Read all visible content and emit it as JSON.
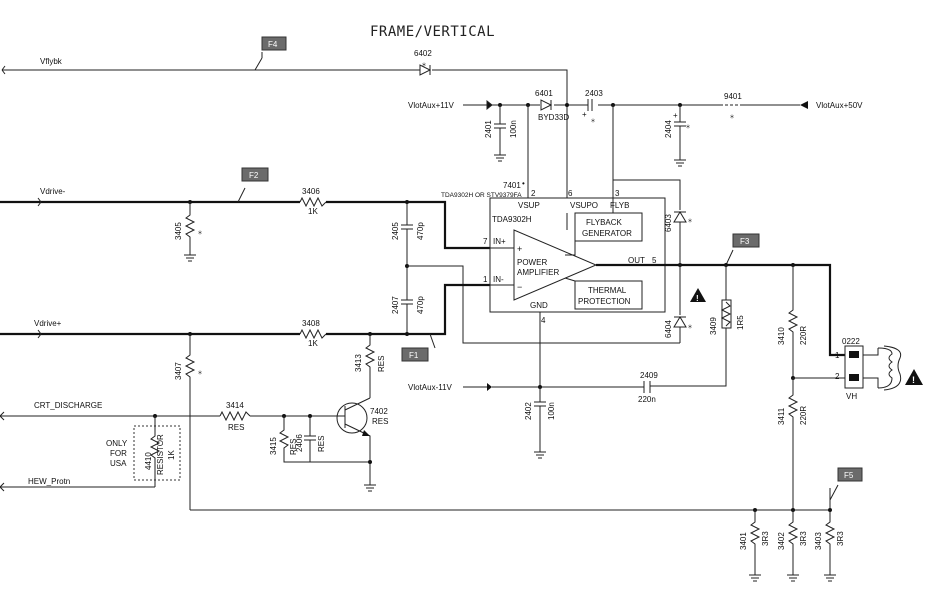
{
  "title": "FRAME/VERTICAL",
  "flags": {
    "f1": "F1",
    "f2": "F2",
    "f3": "F3",
    "f4": "F4",
    "f5": "F5"
  },
  "nets": {
    "vflybk": "Vflybk",
    "vdrive_minus": "Vdrive-",
    "vdrive_plus": "Vdrive+",
    "crt_discharge": "CRT_DISCHARGE",
    "hew_protn": "HEW_Protn",
    "vlotaux_p11": "VlotAux+11V",
    "vlotaux_p50": "VlotAux+50V",
    "vlotaux_m11": "VlotAux-11V"
  },
  "ic": {
    "ref": "7401",
    "alt": "TDA9302H OR STV9379FA",
    "name": "TDA9302H",
    "pin_vsup": "VSUP",
    "pin_vsupo": "VSUPO",
    "pin_flyb": "FLYB",
    "pin_gnd": "GND",
    "pin_out": "OUT",
    "pin_inp": "IN+",
    "pin_inm": "IN-",
    "n2": "2",
    "n6": "6",
    "n3": "3",
    "n7": "7",
    "n1": "1",
    "n5": "5",
    "n4": "4",
    "plus": "+",
    "minus": "−",
    "amp1": "POWER",
    "amp2": "AMPLIFIER",
    "fly1": "FLYBACK",
    "fly2": "GENERATOR",
    "th1": "THERMAL",
    "th2": "PROTECTION"
  },
  "components": {
    "d6402": "6402",
    "d6401": "6401",
    "d6401_val": "BYD33D",
    "c2403": "2403",
    "c2401": "2401",
    "c2401_val": "100n",
    "c2404": "2404",
    "l9401": "9401",
    "r3406": "3406",
    "r3406_val": "1K",
    "r3405": "3405",
    "c2405": "2405",
    "c2405_val": "470p",
    "c2407": "2407",
    "c2407_val": "470p",
    "r3408": "3408",
    "r3408_val": "1K",
    "r3407": "3407",
    "r3413": "3413",
    "r3413_val": "RES",
    "r3414": "3414",
    "r3414_val": "RES",
    "q7402": "7402",
    "q7402_val": "RES",
    "r3415": "3415",
    "r3415_val": "RES",
    "c2406": "2406",
    "c2406_val": "RES",
    "r4410": "4410",
    "r4410_v1": "RESISTOR",
    "r4410_v2": "1K",
    "only1": "ONLY",
    "only2": "FOR",
    "only3": "USA",
    "d6403": "6403",
    "d6404": "6404",
    "r3409": "3409",
    "r3409_val": "1R5",
    "c2409": "2409",
    "c2409_val": "220n",
    "c2402": "2402",
    "c2402_val": "100n",
    "r3410": "3410",
    "r3410_val": "220R",
    "r3411": "3411",
    "r3411_val": "220R",
    "conn": "0222",
    "conn_p1": "1",
    "conn_p2": "2",
    "conn_val": "VH",
    "r3401": "3401",
    "r3401_val": "3R3",
    "r3402": "3402",
    "r3402_val": "3R3",
    "r3403": "3403",
    "r3403_val": "3R3"
  }
}
